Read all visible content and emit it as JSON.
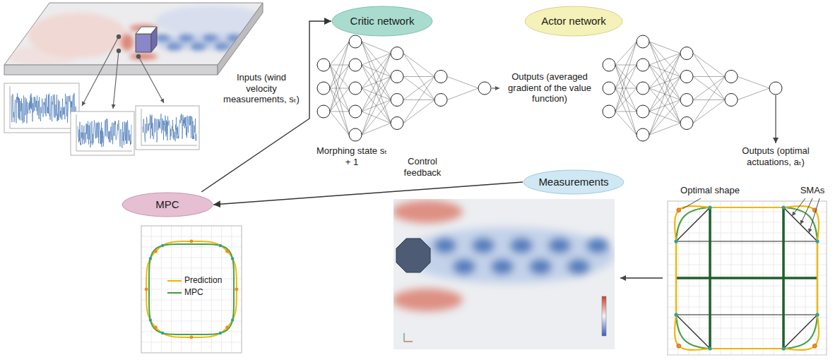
{
  "diagram": {
    "nodes": [
      {
        "text": [
          "Critic network"
        ]
      },
      {
        "text": [
          "Actor network"
        ]
      },
      {
        "text": [
          "Measurements"
        ]
      },
      {
        "text": [
          "MPC"
        ]
      }
    ],
    "edges": [
      {
        "from": 2,
        "to": 3,
        "arrow": "to",
        "label": "Control feedback"
      },
      {
        "from": 3,
        "to": 0,
        "arrow": "to",
        "label": "Morphing state sₜ + 1"
      }
    ],
    "labels": [
      "Inputs (wind velocity measurements, sₜ)",
      "Outputs (averaged gradient of the value function)",
      "Outputs (optimal actuations, aₜ)",
      "Optimal shape",
      "SMAs"
    ],
    "legend": [
      {
        "text": "Prediction"
      },
      {
        "text": "MPC"
      }
    ]
  }
}
